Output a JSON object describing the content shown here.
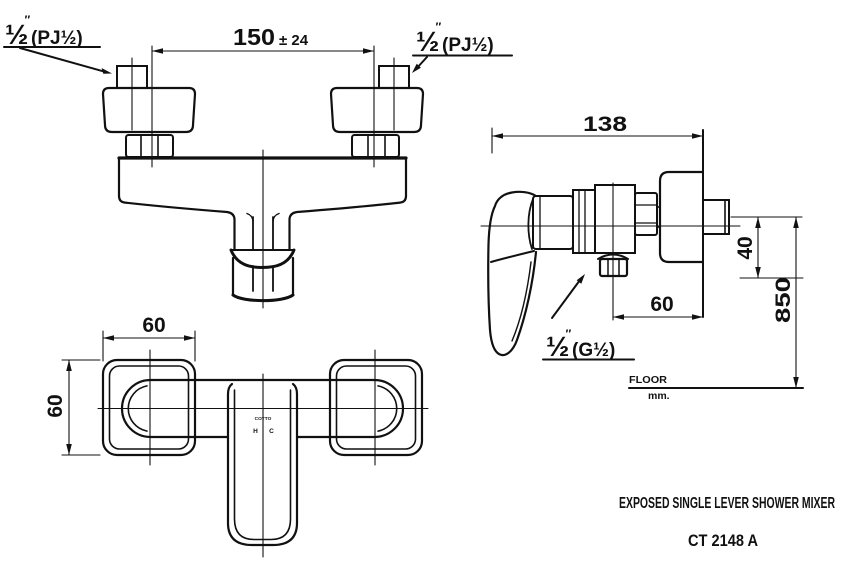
{
  "front_view": {
    "dim_center_distance": {
      "value": "150",
      "tolerance": "± 24"
    },
    "inlet_left_label": {
      "size": "½",
      "unit": "″",
      "thread": "(PJ½)"
    },
    "inlet_right_label": {
      "size": "½",
      "unit": "″",
      "thread": "(PJ½)"
    }
  },
  "top_view": {
    "dim_width": "60",
    "dim_depth": "60",
    "logo": {
      "brand": "COTTO",
      "hot_marker": "H",
      "cold_marker": "C"
    }
  },
  "side_view": {
    "dim_depth": "138",
    "dim_outlet_to_wall": "60",
    "dim_inlet_to_outlet_drop": "40",
    "dim_inlet_height_above_floor": "850",
    "outlet_label": {
      "size": "½",
      "unit": "″",
      "thread": "(G½)"
    },
    "floor_label": "FLOOR",
    "unit_label": "mm."
  },
  "title_block": {
    "product_name": "EXPOSED SINGLE LEVER SHOWER MIXER",
    "model_code": "CT 2148 A"
  },
  "colors": {
    "line_color": "#111111",
    "background": "#ffffff"
  }
}
